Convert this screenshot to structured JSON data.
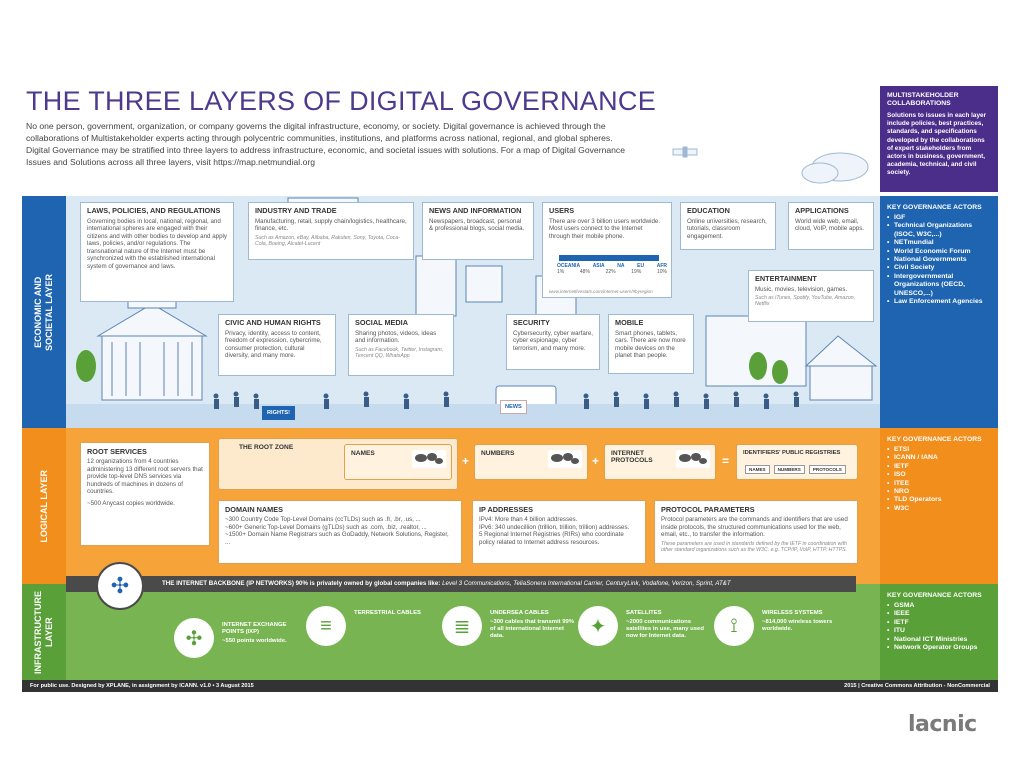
{
  "title": "THE THREE LAYERS OF DIGITAL GOVERNANCE",
  "intro": "No one person, government, organization, or company governs the digital infrastructure, economy, or society. Digital governance is achieved through the collaborations of Multistakeholder experts acting through polycentric communities, institutions, and platforms across national, regional, and global spheres. Digital Governance may be stratified into three layers to address infrastructure, economic, and societal issues with solutions. For a map of Digital Governance Issues and Solutions across all three layers, visit https://map.netmundial.org",
  "multistakeholder": {
    "heading": "MULTISTAKEHOLDER COLLABORATIONS",
    "text": "Solutions to issues in each layer include policies, best practices, standards, and specifications developed by the collaborations of expert stakeholders from actors in business, government, academia, technical, and civil society."
  },
  "economic_layer": {
    "label": "ECONOMIC AND\nSOCIETAL LAYER",
    "cards": {
      "laws": {
        "title": "LAWS, POLICIES, AND REGULATIONS",
        "text": "Governing bodies in local, national, regional, and international spheres are engaged with their citizens and with other bodies to develop and apply laws, policies, and/or regulations. The transnational nature of the Internet must be synchronized with the established international system of governance and laws."
      },
      "industry": {
        "title": "INDUSTRY AND TRADE",
        "text": "Manufacturing, retail, supply chain/logistics, healthcare, finance, etc.",
        "note": "Such as Amazon, eBay, Alibaba, Rakuten, Sony, Toyota, Coca-Cola, Boeing, Alcatel-Lucent"
      },
      "news": {
        "title": "NEWS AND INFORMATION",
        "text": "Newspapers, broadcast, personal & professional blogs, social media."
      },
      "users": {
        "title": "USERS",
        "text": "There are over 3 billion users worldwide. Most users connect to the Internet through their mobile phone.",
        "regions": [
          "OCEANIA",
          "ASIA",
          "NA",
          "EU",
          "AFR"
        ],
        "pcts": [
          "1%",
          "48%",
          "22%",
          "19%",
          "10%"
        ],
        "source": "www.internetlivestats.com/internet-users/#byregion"
      },
      "education": {
        "title": "EDUCATION",
        "text": "Online universities, research, tutorials, classroom engagement."
      },
      "applications": {
        "title": "APPLICATIONS",
        "text": "World wide web, email, cloud, VoIP, mobile apps."
      },
      "entertainment": {
        "title": "ENTERTAINMENT",
        "text": "Music, movies, television, games.",
        "note": "Such as iTunes, Spotify, YouTube, Amazon, Netflix"
      },
      "civic": {
        "title": "CIVIC AND HUMAN RIGHTS",
        "text": "Privacy, identity, access to content, freedom of expression, cybercrime, consumer protection, cultural diversity, and many more."
      },
      "social": {
        "title": "SOCIAL MEDIA",
        "text": "Sharing photos, videos, ideas and information.",
        "note": "Such as Facebook, Twitter, Instagram, Tencent QQ, WhatsApp"
      },
      "security": {
        "title": "SECURITY",
        "text": "Cybersecurity, cyber warfare, cyber espionage, cyber terrorism, and many more."
      },
      "mobile": {
        "title": "MOBILE",
        "text": "Smart phones, tablets, cars. There are now more mobile devices on the planet than people."
      }
    },
    "signs": {
      "rights": "RIGHTS!",
      "news": "NEWS"
    },
    "actors_title": "KEY GOVERNANCE ACTORS",
    "actors": [
      "IGF",
      "Technical Organizations (ISOC, W3C,...)",
      "NETmundial",
      "World Economic Forum",
      "National Governments",
      "Civil Society",
      "Intergovernmental Organizations (OECD, UNESCO,...)",
      "Law Enforcement Agencies"
    ]
  },
  "logical_layer": {
    "label": "LOGICAL LAYER",
    "root_services": {
      "title": "ROOT SERVICES",
      "text": "12 organizations from 4 countries administering 13 different root servers that provide top-level DNS services via hundreds of machines in dozens of countries.",
      "text2": "~500 Anycast copies worldwide."
    },
    "root_zone": "THE ROOT ZONE",
    "names": "NAMES",
    "numbers": "NUMBERS",
    "protocols": "INTERNET PROTOCOLS",
    "registries": "IDENTIFIERS' PUBLIC REGISTRIES",
    "registry_tags": [
      "NAMES",
      "NUMBERS",
      "PROTOCOLS"
    ],
    "domain_names": {
      "title": "DOMAIN NAMES",
      "lines": [
        "~300 Country Code Top-Level Domains (ccTLDs) such as .fr, .br, .us, ...",
        "~600+ Generic Top-Level Domains (gTLDs) such as .com, .biz, .realtor, ...",
        "~1500+ Domain Name Registrars such as GoDaddy, Network Solutions, Register, ..."
      ]
    },
    "ip_addresses": {
      "title": "IP ADDRESSES",
      "lines": [
        "IPv4: More than 4 billion addresses.",
        "IPv6: 340 undecillion (trillion, trillion, trillion) addresses.",
        "5 Regional Internet Registries (RIRs) who coordinate policy related to Internet address resources."
      ]
    },
    "protocol_params": {
      "title": "PROTOCOL PARAMETERS",
      "text": "Protocol parameters are the commands and identifiers that are used inside protocols, the structured communications used for the web, email, etc., to transfer the information.",
      "note": "These parameters are used in standards defined by the IETF in coordination with other standard organizations such as the W3C. e.g. TCP/IP, VoIP, HTTP, HTTPS."
    },
    "actors_title": "KEY GOVERNANCE ACTORS",
    "actors": [
      "ETSI",
      "ICANN / IANA",
      "IETF",
      "ISO",
      "ITEE",
      "NRO",
      "TLD Operators",
      "W3C"
    ]
  },
  "backbone": {
    "text": "THE INTERNET BACKBONE (IP NETWORKS) 90% is privately owned by global companies like: ",
    "companies": "Level 3 Communications, TeliaSonera International Carrier, CenturyLink, Vodafone, Verizon, Sprint, AT&T"
  },
  "infrastructure_layer": {
    "label": "INFRASTRUCTURE\nLAYER",
    "items": [
      {
        "title": "INTERNET EXCHANGE POINTS (IXP)",
        "text": "~550 points worldwide.",
        "icon": "network-hub-icon"
      },
      {
        "title": "TERRESTRIAL CABLES",
        "text": "",
        "icon": "cable-icon"
      },
      {
        "title": "UNDERSEA CABLES",
        "text": "~300 cables that transmit 99% of all international Internet data.",
        "icon": "undersea-cable-icon"
      },
      {
        "title": "SATELLITES",
        "text": "~2000 communications satellites in use, many used now for Internet data.",
        "icon": "satellite-icon"
      },
      {
        "title": "WIRELESS SYSTEMS",
        "text": "~814,000 wireless towers worldwide.",
        "icon": "tower-icon"
      }
    ],
    "actors_title": "KEY GOVERNANCE ACTORS",
    "actors": [
      "GSMA",
      "IEEE",
      "IETF",
      "ITU",
      "National ICT Ministries",
      "Network Operator Groups"
    ]
  },
  "footer": {
    "left": "For public use. Designed by XPLANE, in assignment by ICANN. v1.0 • 3 August 2015",
    "right": "2015 | Creative Commons Attribution - NonCommercial"
  },
  "logo": "lacnic",
  "colors": {
    "purple": "#4b2d8a",
    "blue": "#1e64b0",
    "orange": "#f18e1c",
    "green": "#5aa038",
    "title": "#4b3a8e"
  }
}
